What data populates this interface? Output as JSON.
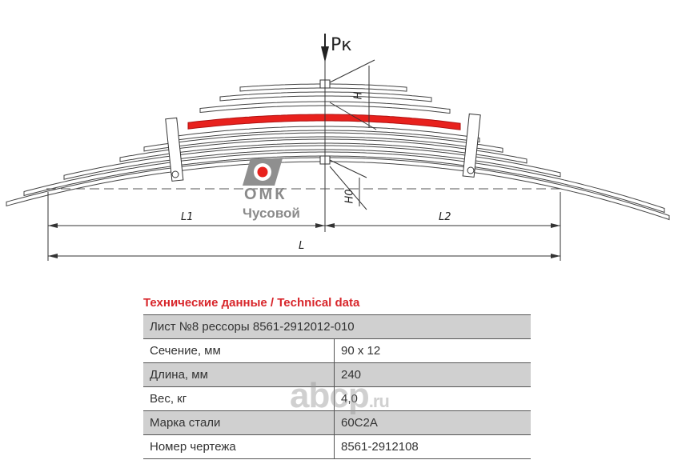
{
  "drawing": {
    "force_label": "Pк",
    "h_label": "H",
    "h0_label": "H0",
    "l1_label": "L1",
    "l2_label": "L2",
    "l_label": "L",
    "highlight_color": "#e8211d"
  },
  "logo": {
    "brand": "ОМК",
    "city": "Чусовой"
  },
  "watermark": {
    "main": "abcp",
    "suffix": ".ru"
  },
  "table": {
    "title": "Технические данные / Technical data",
    "header": "Лист №8 рессоры 8561-2912012-010",
    "rows": [
      {
        "label": "Сечение, мм",
        "value": "90 x 12"
      },
      {
        "label": "Длина, мм",
        "value": "240"
      },
      {
        "label": "Вес, кг",
        "value": "4,0"
      },
      {
        "label": "Марка стали",
        "value": "60С2А"
      },
      {
        "label": "Номер чертежа",
        "value": "8561-2912108"
      }
    ]
  }
}
